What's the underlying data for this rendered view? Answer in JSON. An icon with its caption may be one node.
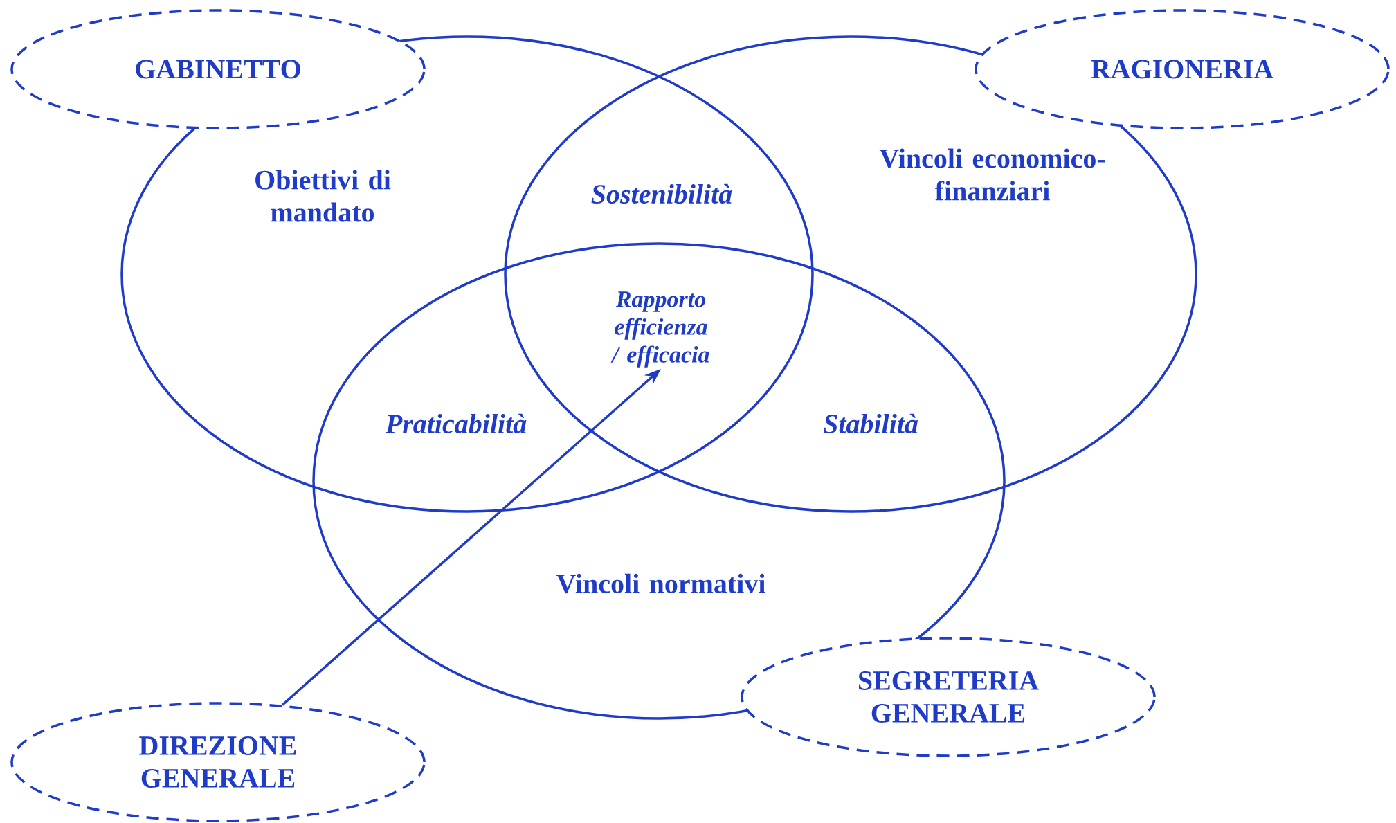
{
  "diagram": {
    "nodes": [
      {
        "text": [
          "GABINETTO"
        ]
      },
      {
        "text": [
          "RAGIONERIA"
        ]
      },
      {
        "text": [
          "SEGRETERIA GENERALE"
        ]
      },
      {
        "text": [
          "DIREZIONE GENERALE"
        ]
      },
      {
        "text": [
          "Rapporto efficienza / efficacia"
        ]
      }
    ],
    "edges": [
      {
        "from": 3,
        "to": 4,
        "arrow": "to"
      }
    ],
    "labels": [
      "Obiettivi di mandato",
      "Sostenibilità",
      "Vincoli economico-finanziari",
      "Praticabilità",
      "Stabilità",
      "Vincoli normativi"
    ]
  }
}
